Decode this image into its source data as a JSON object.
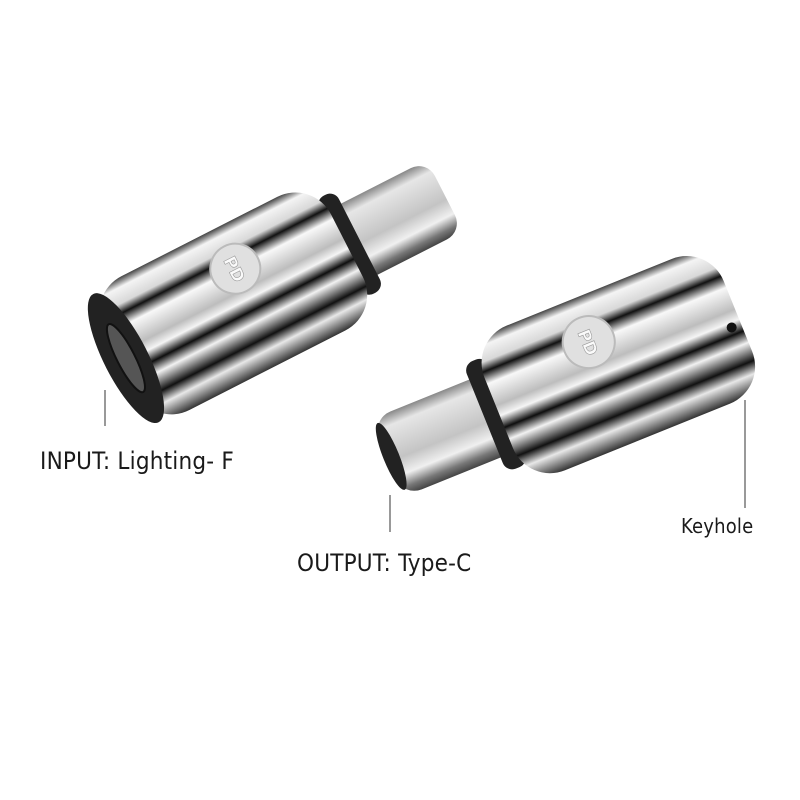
{
  "labels": {
    "input": "INPUT: Lighting- F",
    "output": "OUTPUT: Type-C",
    "keyhole": "Keyhole"
  },
  "badge_text": "PD",
  "colors": {
    "background": "#ffffff",
    "text": "#1a1a1a",
    "chrome_dark": "#111111",
    "chrome_light": "#f2f2f2",
    "plug_metal": "#c8c8c8"
  }
}
